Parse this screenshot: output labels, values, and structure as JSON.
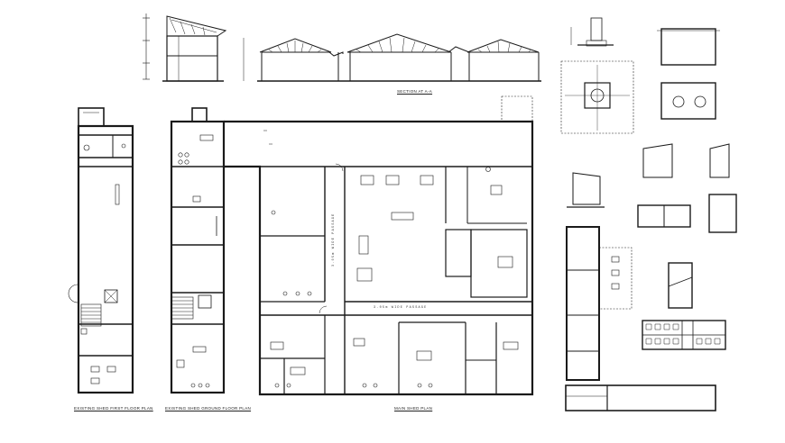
{
  "titles": {
    "section": "SECTION AT A-A",
    "first_floor": "EXISTING SHED FIRST FLOOR PLAN",
    "ground_floor": "EXISTING SHED GROUND FLOOR PLAN",
    "main_shed": "MAIN SHED PLAN"
  },
  "passages": {
    "horizontal": "3.05m WIDE PASSAGE",
    "vertical": "3.05m WIDE PASSAGE"
  },
  "colors": {
    "line": "#1a1a1a",
    "paper": "#ffffff",
    "fill": "#9a9a9a"
  }
}
